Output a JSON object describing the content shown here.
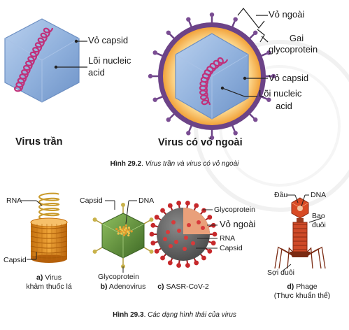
{
  "fig1": {
    "naked": {
      "title": "Virus trần",
      "capsid": "Vỏ capsid",
      "core_l1": "Lõi nucleic",
      "core_l2": "acid"
    },
    "enveloped": {
      "title": "Virus có vỏ ngoài",
      "envelope": "Vỏ ngoài",
      "spike_l1": "Gai",
      "spike_l2": "glycoprotein",
      "capsid": "Vỏ capsid",
      "core_l1": "Lõi nucleic",
      "core_l2": "acid"
    },
    "caption": {
      "num": "Hình 29.2",
      "sep": ". ",
      "text": "Virus trần và virus có vỏ ngoài"
    }
  },
  "fig2": {
    "a": {
      "rna": "RNA",
      "capsid": "Capsid",
      "letter": "a)",
      "name": "Virus",
      "name_l2": "khảm thuốc lá"
    },
    "b": {
      "capsid": "Capsid",
      "dna": "DNA",
      "glyco": "Glycoprotein",
      "letter": "b)",
      "name": "Adenovirus"
    },
    "c": {
      "glyco": "Glycoprotein",
      "envelope": "Vỏ ngoài",
      "rna": "RNA",
      "capsid": "Capsid",
      "letter": "c)",
      "name": "SASR-CoV-2"
    },
    "d": {
      "head": "Đầu",
      "dna": "DNA",
      "tail_l1": "Bao",
      "tail_l2": "đuôi",
      "fiber": "Sợi đuôi",
      "letter": "d)",
      "name": "Phage",
      "name_l2": "(Thực khuẩn thể)"
    },
    "caption": {
      "num": "Hình 29.3",
      "sep": ". ",
      "text": "Các dạng hình thái của virus"
    }
  },
  "colors": {
    "capsid_blue": "#8fb0dc",
    "envelope_purple": "#7a4d93",
    "envelope_orange": "#f2a23a",
    "nucleic": "#c0307a",
    "tobacco": "#e08a1c",
    "adeno": "#5c8a3a",
    "corona": "#c7282b",
    "phage": "#d84a24"
  }
}
